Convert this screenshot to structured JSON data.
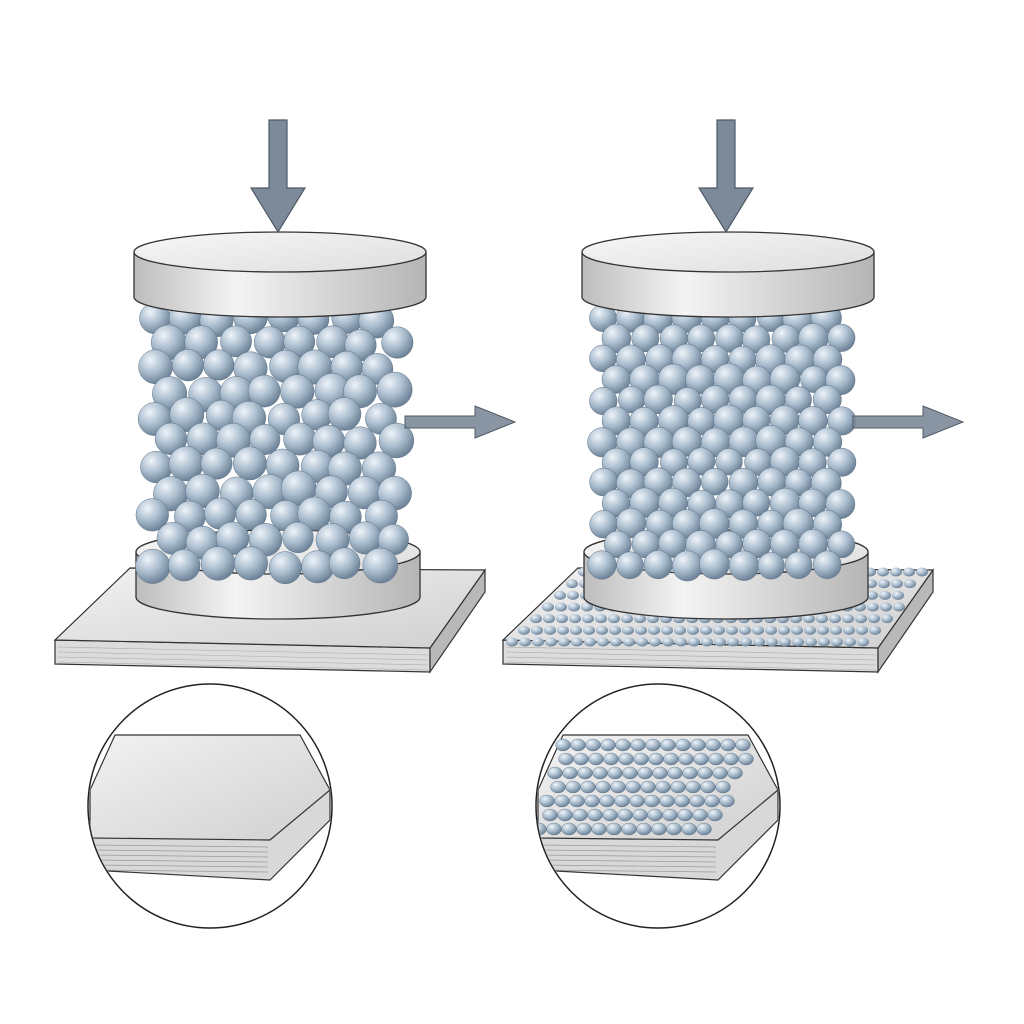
{
  "colors": {
    "background": "#ffffff",
    "arrow": "#7d8a99",
    "arrow_stroke": "#4e5a66",
    "sphere_light": "#e4edf5",
    "sphere_mid": "#a9bccd",
    "sphere_dark": "#6f8499",
    "plate_light": "#f4f4f4",
    "plate_dark": "#bdbdbd",
    "outline": "#333333"
  },
  "panels": [
    {
      "name": "uncoated",
      "substrate": "smooth"
    },
    {
      "name": "coated",
      "substrate": "sphere-textured"
    }
  ],
  "icons": [
    "arrow-down-icon",
    "arrow-right-icon",
    "magnifier-circle-icon"
  ]
}
